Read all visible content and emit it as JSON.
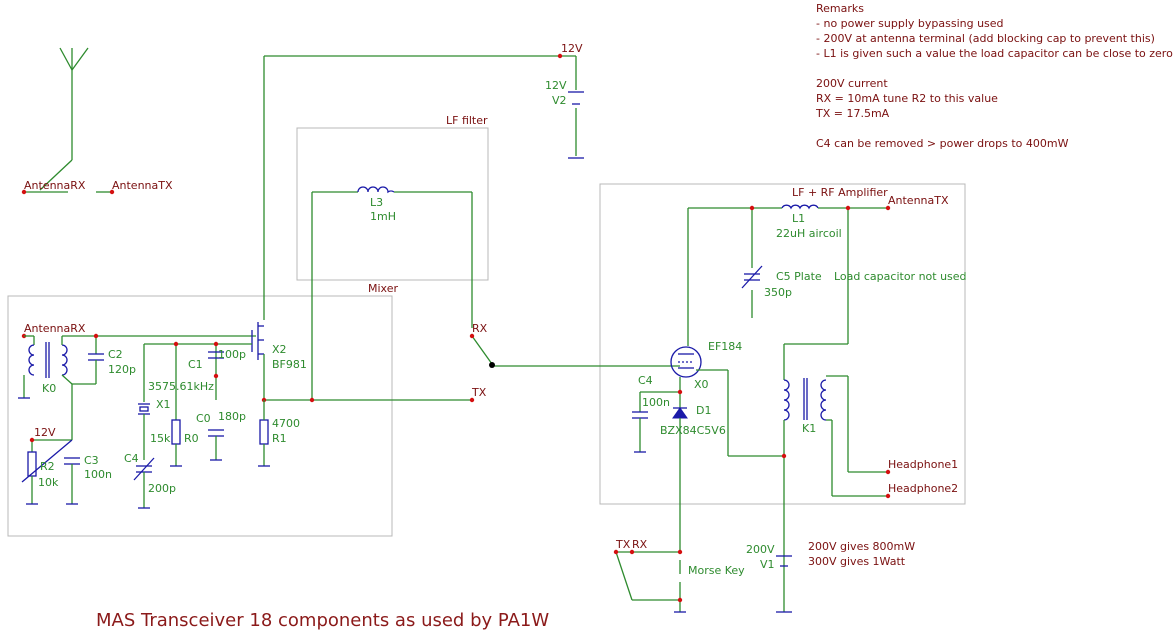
{
  "title": "MAS Transceiver 18 components as used by PA1W",
  "remarks": [
    "Remarks",
    "- no power supply bypassing used",
    "- 200V at antenna terminal (add blocking cap to prevent this)",
    "- L1 is given such a value the load capacitor can be close to zero",
    "",
    "200V current",
    "RX = 10mA tune R2 to this value",
    "TX = 17.5mA",
    "",
    "C4 can be removed > power drops to 400mW"
  ],
  "blocks": {
    "lf_filter": "LF filter",
    "mixer": "Mixer",
    "amplifier": "LF + RF Amplifier"
  },
  "nets": {
    "antenna_rx": "AntennaRX",
    "antenna_tx": "AntennaTX",
    "antenna_rx_mixer": "AntennaRX",
    "antenna_tx_amp": "AntennaTX",
    "v12_top": "12V",
    "v12_r2": "12V",
    "rx": "RX",
    "tx": "TX",
    "hp1": "Headphone1",
    "hp2": "Headphone2",
    "key_tx": "TX",
    "key_rx": "RX"
  },
  "components": {
    "v2": {
      "ref": "V2",
      "value": "12V"
    },
    "l3": {
      "ref": "L3",
      "value": "1mH"
    },
    "l1": {
      "ref": "L1",
      "value": "22uH aircoil"
    },
    "c5": {
      "ref": "C5 Plate",
      "value": "350p"
    },
    "load_note": "Load capacitor not used",
    "x0": {
      "ref": "X0",
      "value": "EF184"
    },
    "c4b": {
      "ref": "C4",
      "value": "100n"
    },
    "d1": {
      "ref": "D1",
      "value": "BZX84C5V6"
    },
    "k1": {
      "ref": "K1"
    },
    "k0": {
      "ref": "K0"
    },
    "c2": {
      "ref": "C2",
      "value": "120p"
    },
    "x2": {
      "ref": "X2",
      "value": "BF981"
    },
    "c1": {
      "ref": "C1",
      "value": "100p"
    },
    "c0": {
      "ref": "C0",
      "value": "180p"
    },
    "r1": {
      "ref": "R1",
      "value": "4700"
    },
    "x1": {
      "ref": "X1",
      "value": "3575.61kHz"
    },
    "r0": {
      "ref": "R0",
      "value": "15k"
    },
    "c4a": {
      "ref": "C4",
      "value": "200p"
    },
    "r2": {
      "ref": "R2",
      "value": "10k"
    },
    "c3": {
      "ref": "C3",
      "value": "100n"
    },
    "v1": {
      "ref": "V1",
      "value": "200V"
    },
    "v1_note": [
      "200V gives 800mW",
      "300V gives 1Watt"
    ],
    "morse_key": "Morse Key"
  }
}
